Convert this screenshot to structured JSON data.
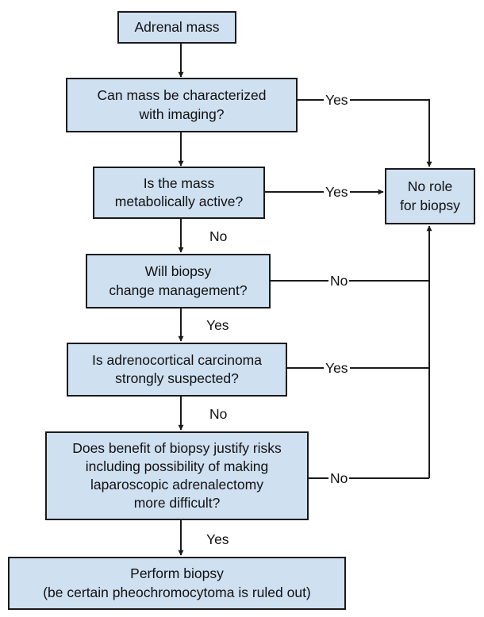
{
  "colors": {
    "box_fill": "#cfe0f1",
    "line": "#1a1a1a"
  },
  "nodes": {
    "adrenal_mass": "Adrenal mass",
    "characterize": [
      "Can mass be characterized",
      "with imaging?"
    ],
    "metabolic": [
      "Is the mass",
      "metabolically active?"
    ],
    "no_role": [
      "No role",
      "for biopsy"
    ],
    "biopsy_change": [
      "Will biopsy",
      "change management?"
    ],
    "acc": [
      "Is adrenocortical carcinoma",
      "strongly suspected?"
    ],
    "benefit": [
      "Does benefit of biopsy justify risks",
      "including possibility of making",
      "laparoscopic adrenalectomy",
      "more difficult?"
    ],
    "perform": [
      "Perform biopsy",
      "(be certain pheochromocytoma is ruled out)"
    ]
  },
  "edge_labels": {
    "characterize_yes": "Yes",
    "metabolic_yes": "Yes",
    "metabolic_no": "No",
    "biopsy_change_no": "No",
    "biopsy_change_yes": "Yes",
    "acc_yes": "Yes",
    "acc_no": "No",
    "benefit_no": "No",
    "benefit_yes": "Yes"
  }
}
